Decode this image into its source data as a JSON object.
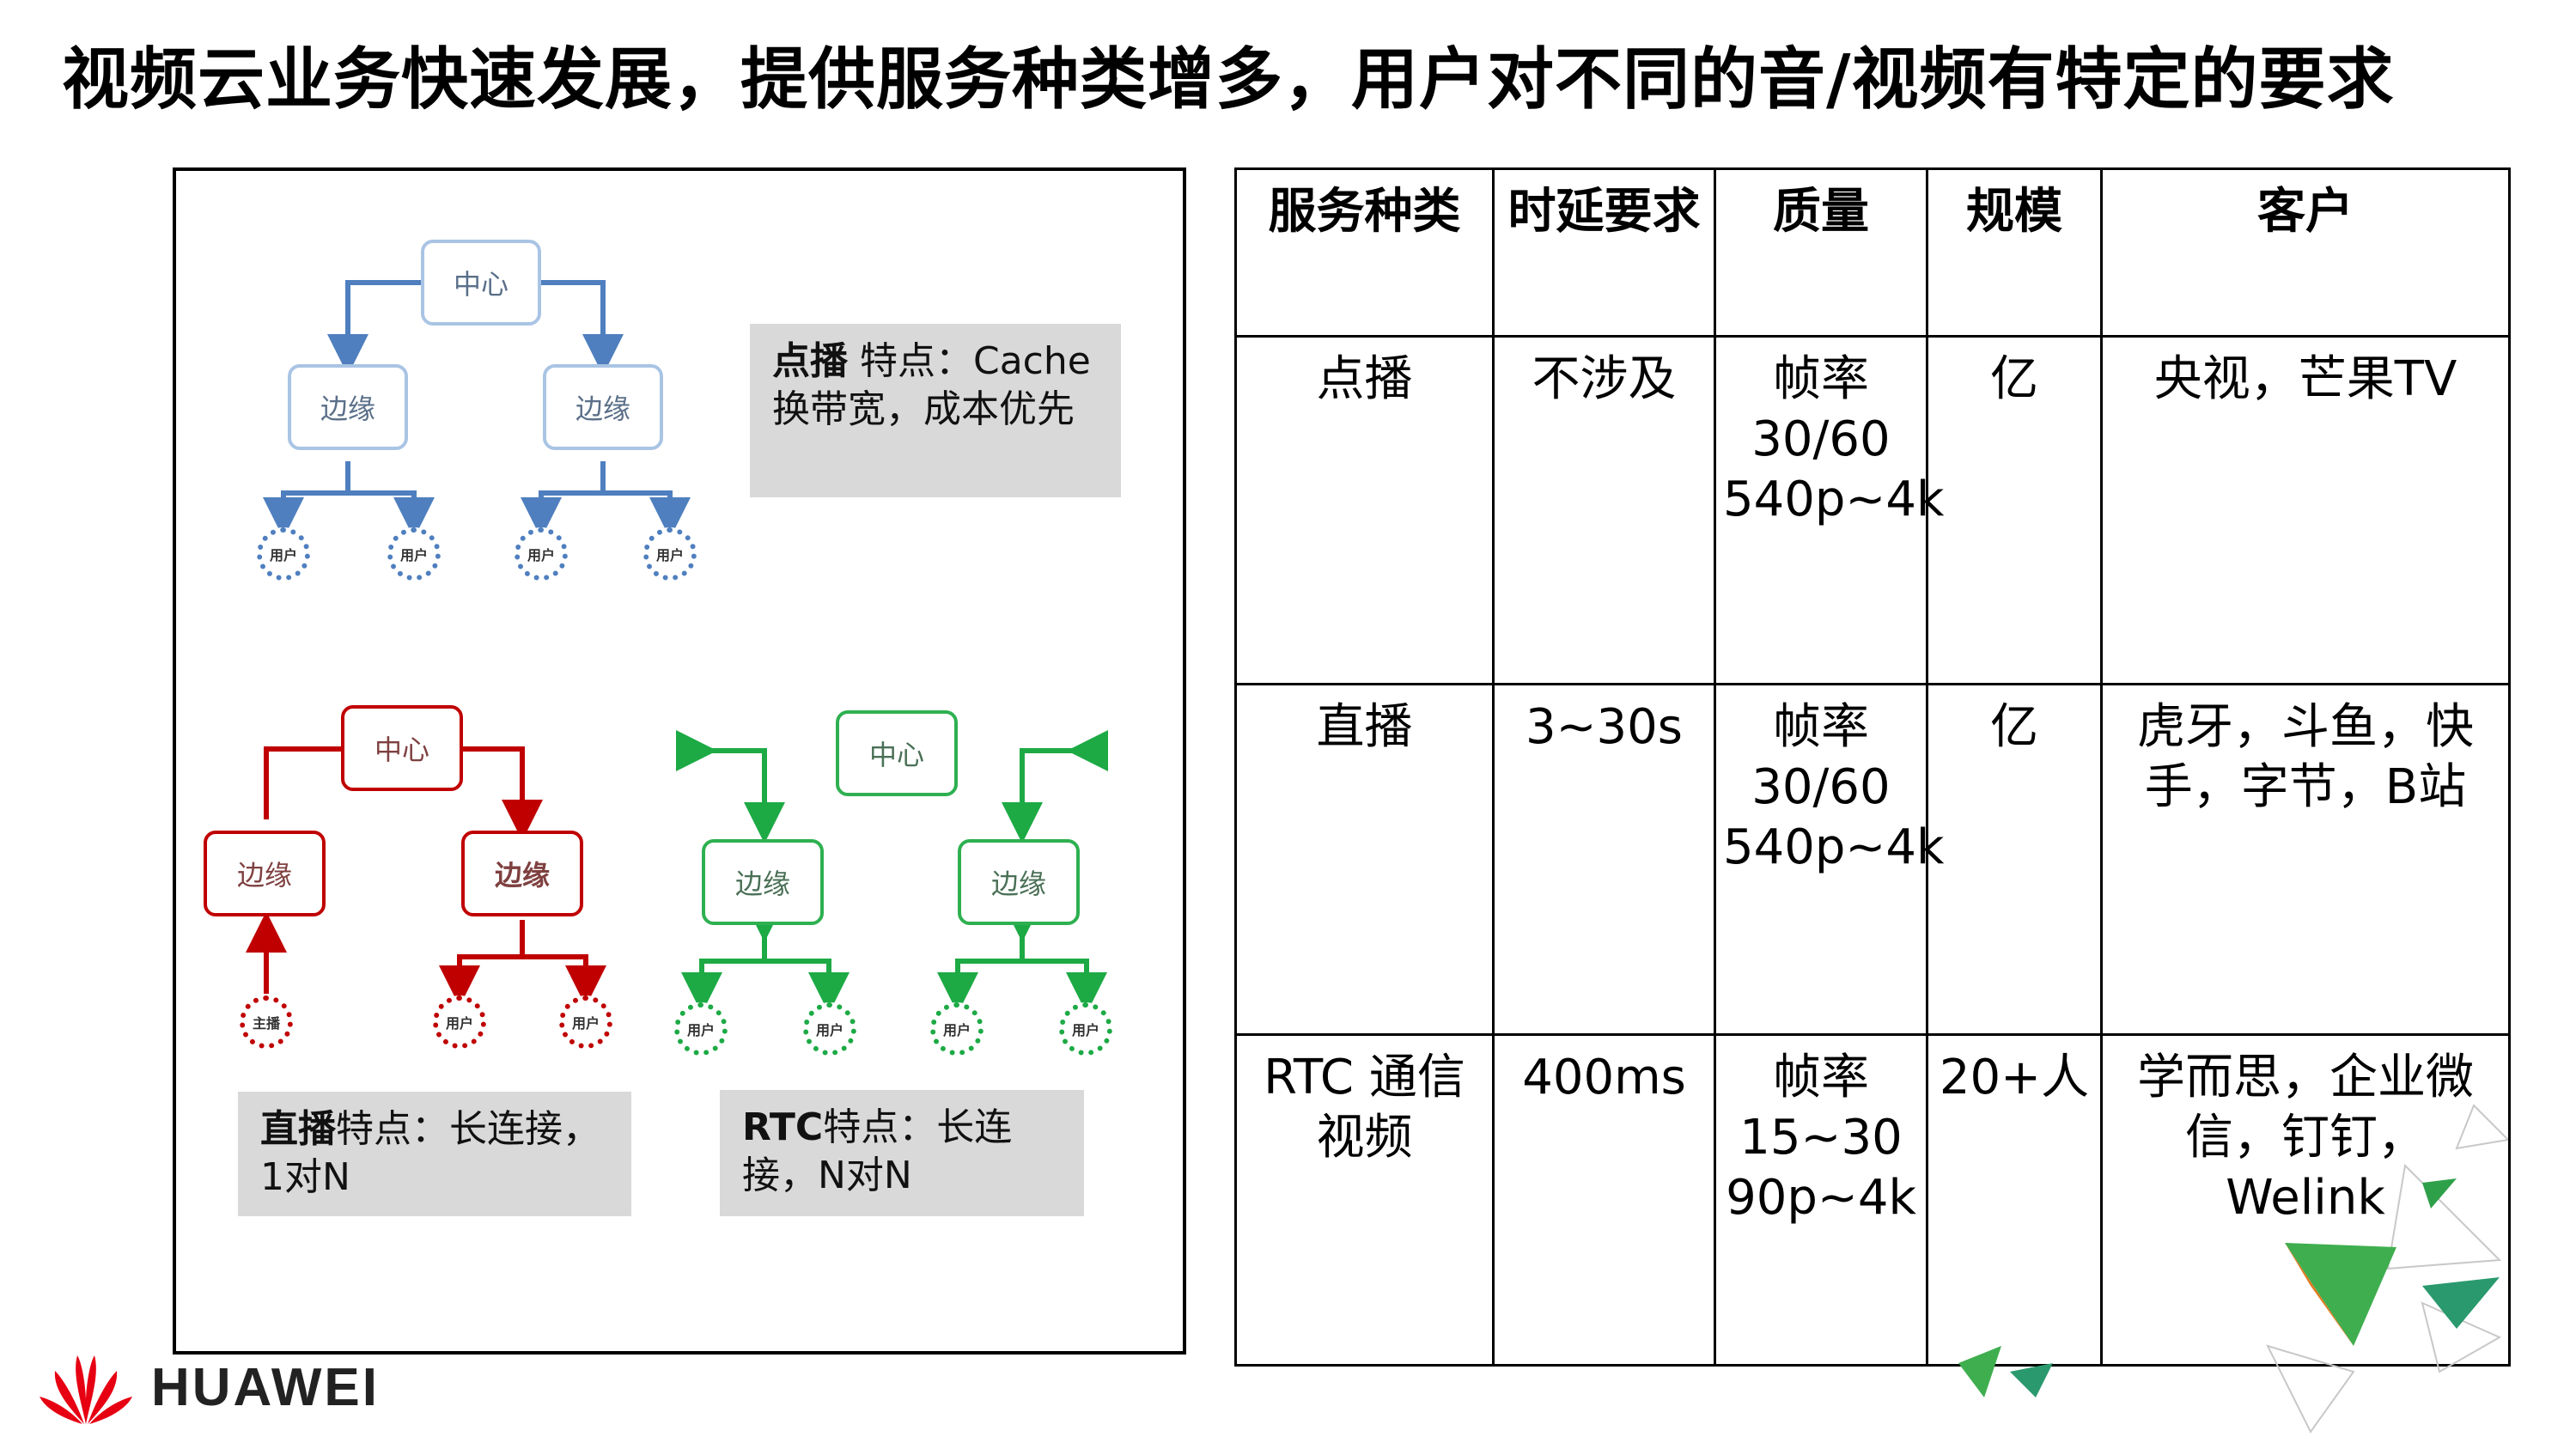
{
  "title": "视频云业务快速发展，提供服务种类增多，用户对不同的音/视频有特定的要求",
  "diagram": {
    "vod": {
      "center": "中心",
      "edge_left": "边缘",
      "edge_right": "边缘",
      "users": [
        "用户",
        "用户",
        "用户",
        "用户"
      ],
      "note_bold": "点播",
      "note_text": " 特点：Cache换带宽，成本优先"
    },
    "live": {
      "center": "中心",
      "edge_left": "边缘",
      "edge_right": "边缘",
      "anchor": "主播",
      "users": [
        "用户",
        "用户"
      ],
      "note_bold": "直播",
      "note_text": "特点：长连接，1对N"
    },
    "rtc": {
      "center": "中心",
      "edge_left": "边缘",
      "edge_right": "边缘",
      "users": [
        "用户",
        "用户",
        "用户",
        "用户"
      ],
      "note_bold": "RTC",
      "note_text": "特点：长连接，N对N"
    },
    "colors": {
      "blue": "#4f7fbf",
      "red": "#c00000",
      "green": "#1daa45"
    }
  },
  "table": {
    "headers": [
      "服务种类",
      "时延要求",
      "质量",
      "规模",
      "客户"
    ],
    "rows": [
      [
        "点播",
        "不涉及",
        "帧率30/60 540p~4k",
        "亿",
        "央视，芒果TV"
      ],
      [
        "直播",
        "3~30s",
        "帧率30/60 540p~4k",
        "亿",
        "虎牙，斗鱼，快手，字节，B站"
      ],
      [
        "RTC 通信视频",
        "400ms",
        "帧率15~30 90p~4k",
        "20+人",
        "学而思，企业微信，钉钉，Welink"
      ]
    ]
  },
  "logo": {
    "text": "HUAWEI",
    "icon": "huawei-petal-logo",
    "color": "#e60012"
  }
}
